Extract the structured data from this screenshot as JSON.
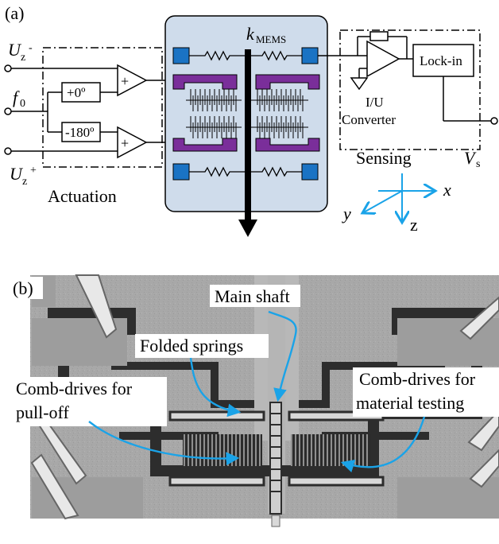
{
  "panel_a": {
    "label": "(a)",
    "actuation": {
      "title": "Actuation",
      "input_top": "Uz-",
      "input_mid": "f0",
      "input_bottom": "Uz+",
      "phase_top": "+0º",
      "phase_bottom": "-180º",
      "sum_symbol": "+"
    },
    "mems": {
      "label_main": "k",
      "label_sub": "MEMS"
    },
    "sensing": {
      "title": "Sensing",
      "converter_line1": "I/U",
      "converter_line2": "Converter",
      "lockin": "Lock-in",
      "output_main": "V",
      "output_sub": "s"
    },
    "axes": {
      "x": "x",
      "y": "y",
      "z": "z"
    }
  },
  "panel_b": {
    "label": "(b)",
    "annotations": {
      "main_shaft": "Main shaft",
      "folded_springs": "Folded springs",
      "comb_pulloff_1": "Comb-drives for",
      "comb_pulloff_2": "pull-off",
      "comb_material_1": "Comb-drives for",
      "comb_material_2": "material testing"
    }
  },
  "colors": {
    "mems_bg": "#cfdceb",
    "pad_blue": "#1a73c4",
    "comb_purple": "#7a2e9a",
    "mems_text_green": "#1aa84a",
    "arrow_cyan": "#1aa3e8",
    "sem_bg": "#a9a9a9"
  }
}
